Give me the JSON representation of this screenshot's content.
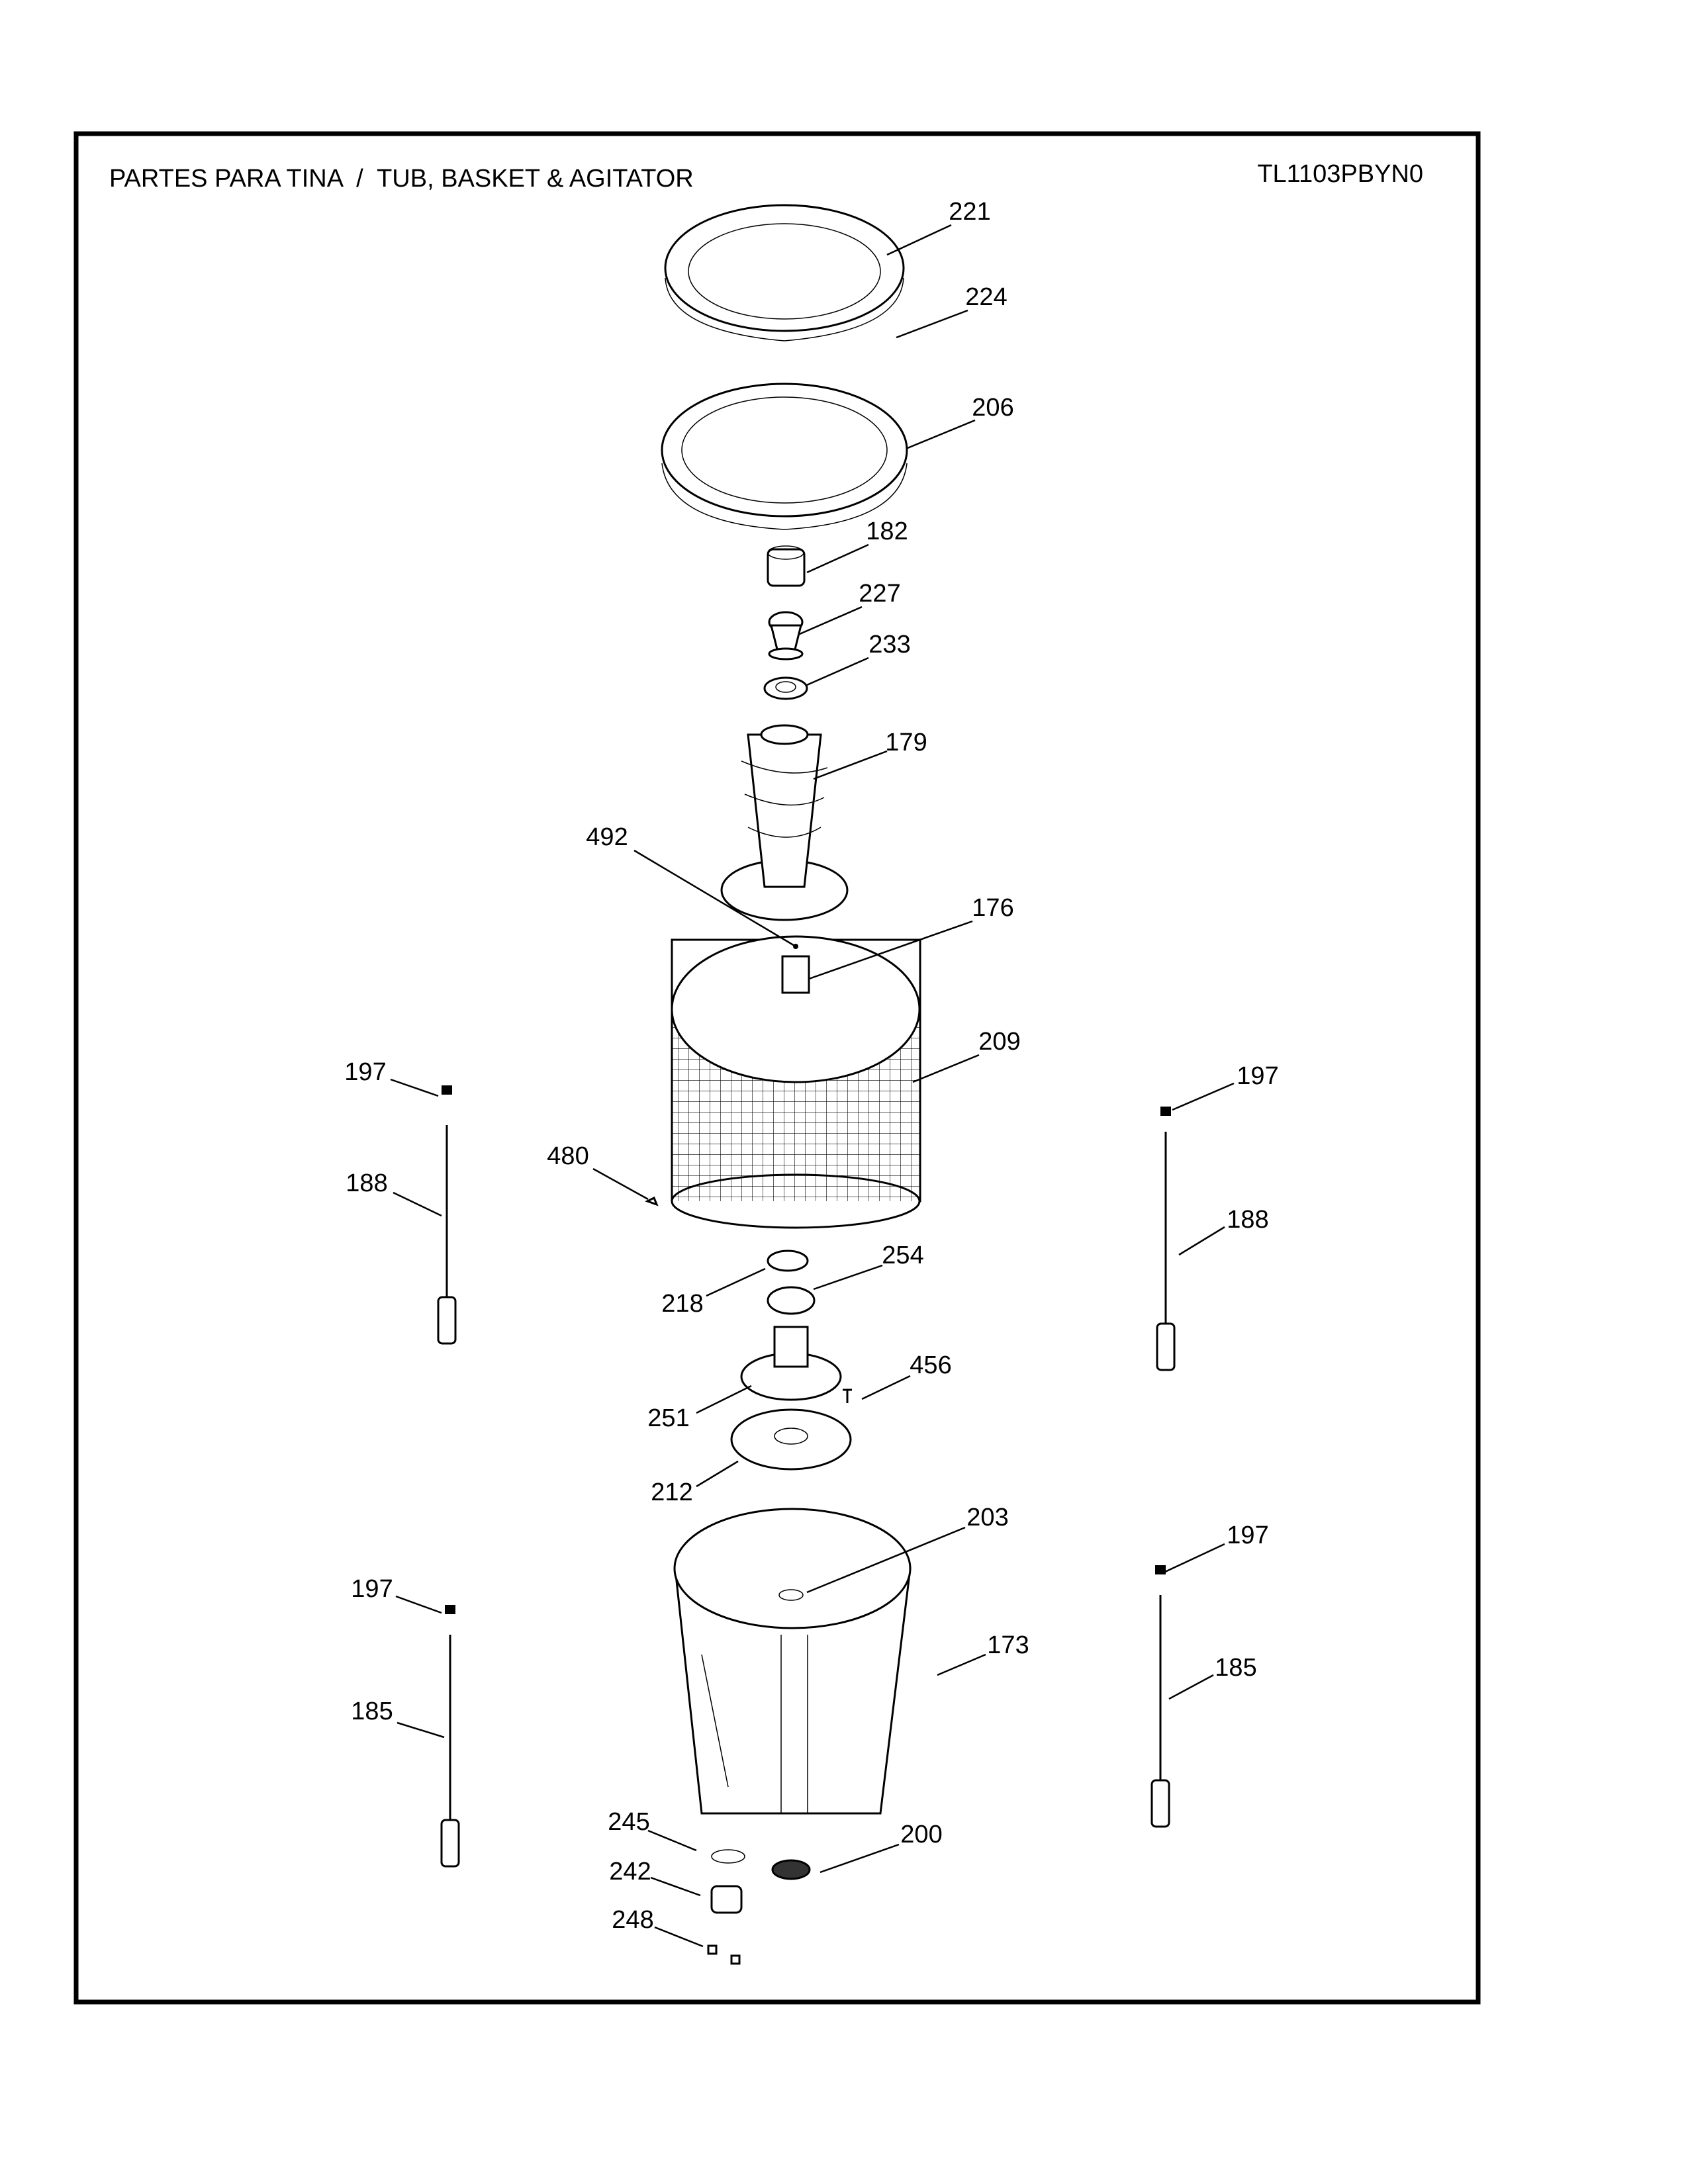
{
  "header": {
    "title": "PARTES PARA TINA  /  TUB, BASKET & AGITATOR",
    "model": "TL1103PBYN0"
  },
  "callouts": {
    "c221": "221",
    "c224": "224",
    "c206": "206",
    "c182": "182",
    "c227": "227",
    "c233": "233",
    "c179": "179",
    "c492": "492",
    "c176": "176",
    "c209": "209",
    "c197a": "197",
    "c188a": "188",
    "c480": "480",
    "c197b": "197",
    "c188b": "188",
    "c254": "254",
    "c218": "218",
    "c456": "456",
    "c251": "251",
    "c212": "212",
    "c203": "203",
    "c197c": "197",
    "c173": "173",
    "c197d": "197",
    "c185a": "185",
    "c185b": "185",
    "c245": "245",
    "c242": "242",
    "c248": "248",
    "c200": "200"
  }
}
